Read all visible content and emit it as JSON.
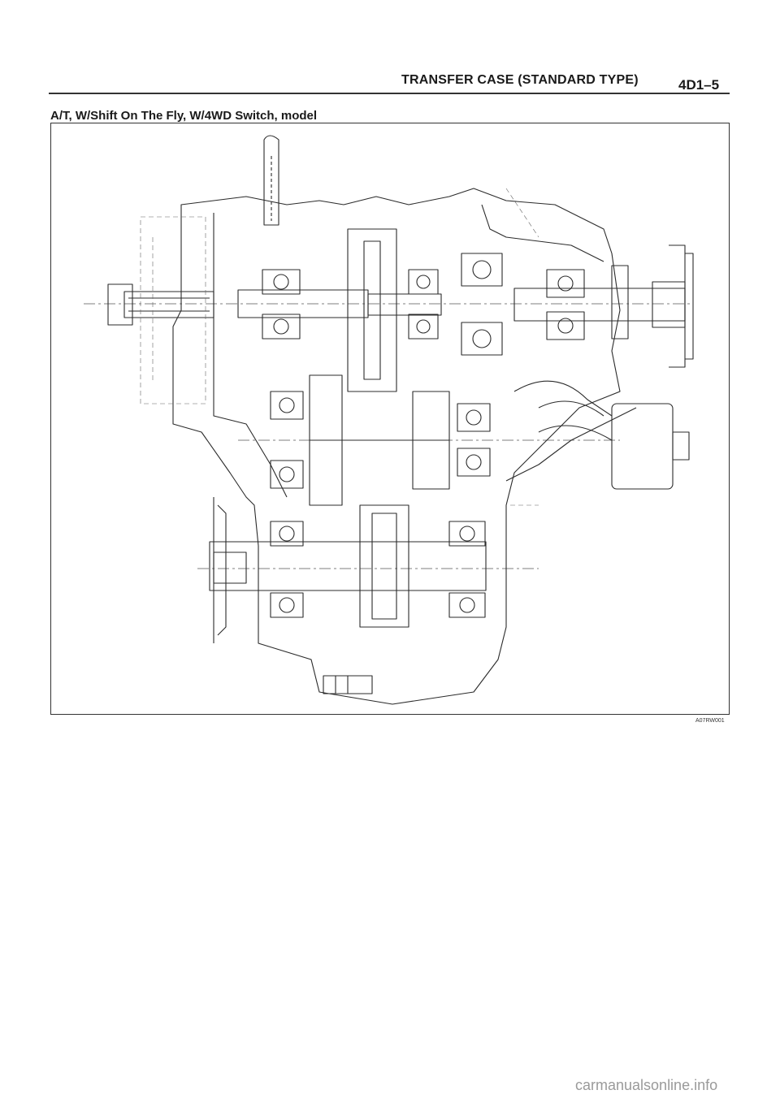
{
  "header": {
    "title": "TRANSFER CASE (STANDARD TYPE)",
    "page_number": "4D1–5"
  },
  "section": {
    "title": "A/T, W/Shift On The Fly, W/4WD Switch, model"
  },
  "figure": {
    "code": "A07RW001"
  },
  "footer": {
    "watermark": "carmanualsonline.info"
  }
}
